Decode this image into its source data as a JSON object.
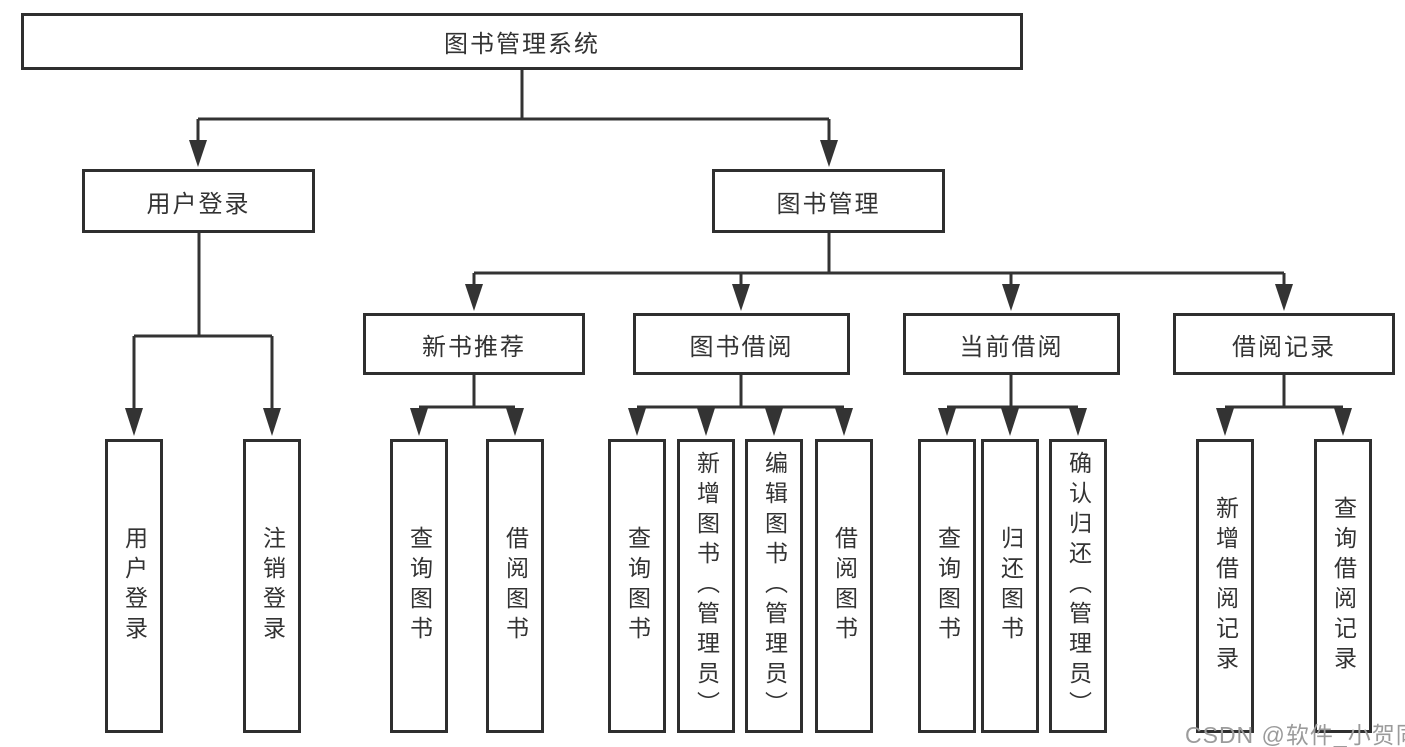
{
  "diagram": {
    "root": {
      "label": "图书管理系统"
    },
    "level2": {
      "user_login": {
        "label": "用户登录"
      },
      "book_management": {
        "label": "图书管理"
      }
    },
    "level3": {
      "new_book_recommend": {
        "label": "新书推荐"
      },
      "book_borrow": {
        "label": "图书借阅"
      },
      "current_borrow": {
        "label": "当前借阅"
      },
      "borrow_records": {
        "label": "借阅记录"
      }
    },
    "leaves": {
      "user_login": {
        "label": "用户登录"
      },
      "logout": {
        "label": "注销登录"
      },
      "search_books_recommend": {
        "label": "查询图书"
      },
      "borrow_book_recommend": {
        "label": "借阅图书"
      },
      "search_books_borrow": {
        "label": "查询图书"
      },
      "add_book_admin": {
        "label": "新增图书（管理员）"
      },
      "edit_book_admin": {
        "label": "编辑图书（管理员）"
      },
      "borrow_book": {
        "label": "借阅图书"
      },
      "search_books_current": {
        "label": "查询图书"
      },
      "return_book": {
        "label": "归还图书"
      },
      "confirm_return_admin": {
        "label": "确认归还（管理员）"
      },
      "add_borrow_record": {
        "label": "新增借阅记录"
      },
      "search_borrow_record": {
        "label": "查询借阅记录"
      }
    },
    "watermark": "CSDN @软件_小贺同学",
    "colors": {
      "line": "#333333",
      "box_border": "#2f2f2f",
      "text": "#333333",
      "watermark_text": "#9b9b9b",
      "background": "#ffffff"
    }
  }
}
